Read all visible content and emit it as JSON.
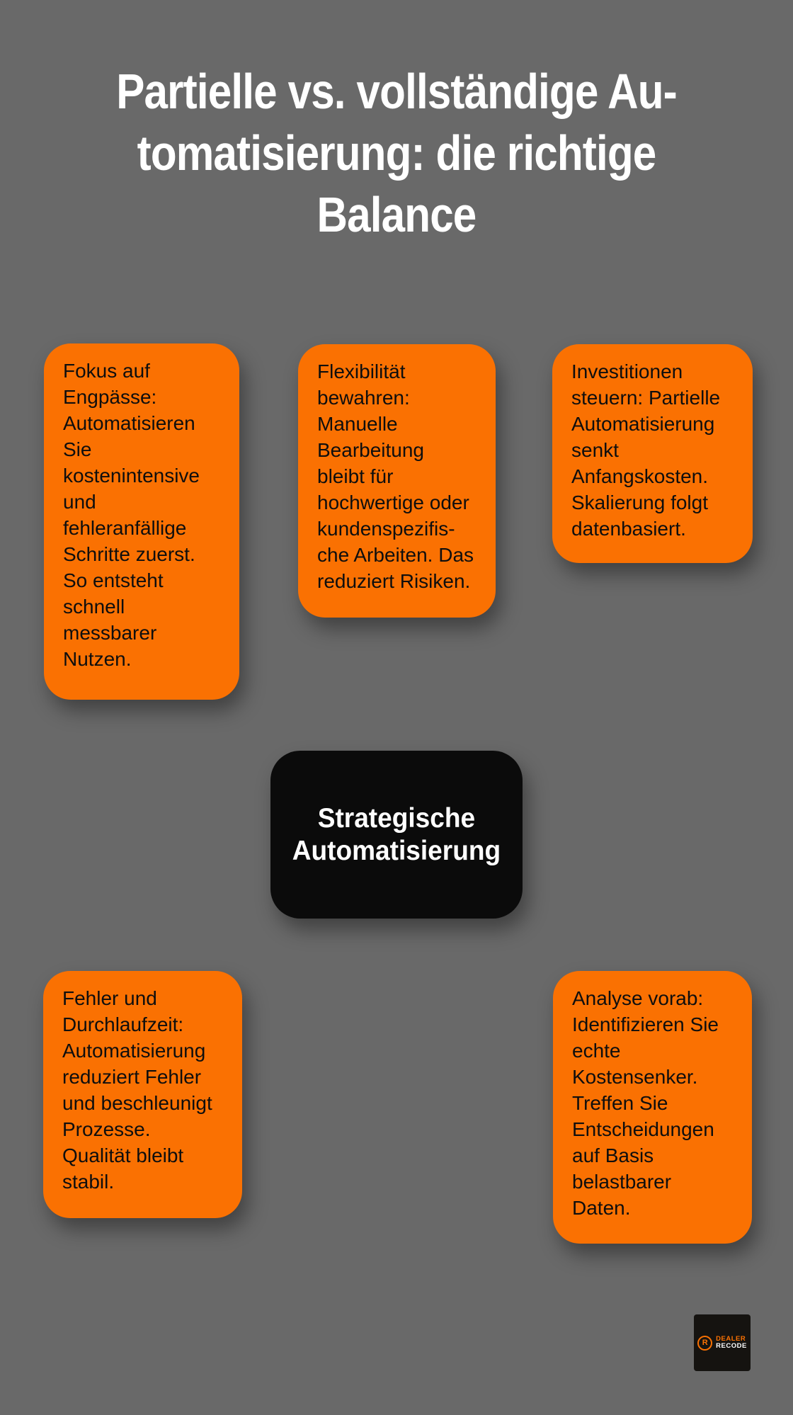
{
  "page": {
    "background_color": "#696969",
    "accent_orange": "#FA7102",
    "node_black": "#0B0B0B",
    "title_color": "#FFFFFF",
    "card_text_color": "#0E0E0E"
  },
  "title": {
    "lines": [
      "Partielle vs. vollständige Au-",
      "tomatisierung: die richtige",
      "Balance"
    ]
  },
  "center_card": {
    "lines": [
      "Strategische",
      "Automatisierung"
    ]
  },
  "cards": [
    {
      "id": "fokus-auf-engpaesse",
      "lines": [
        "Fokus auf",
        "Engpässe:",
        "Automatisieren",
        "Sie",
        "kostenintensive",
        "und",
        "fehleranfällige",
        "Schritte zuerst.",
        "So entsteht",
        "schnell",
        "messbarer",
        "Nutzen."
      ]
    },
    {
      "id": "flexibilitaet-bewahren",
      "lines": [
        "Flexibilität",
        "bewahren:",
        "Manuelle",
        "Bearbeitung",
        "bleibt für",
        "hochwertige oder",
        "kundenspezifis-",
        "che Arbeiten. Das",
        "reduziert Risiken."
      ]
    },
    {
      "id": "investitionen-steuern",
      "lines": [
        "Investitionen",
        "steuern: Partielle",
        "Automatisierung",
        "senkt",
        "Anfangskosten.",
        "Skalierung folgt",
        "datenbasiert."
      ]
    },
    {
      "id": "fehler-und-durchlaufzeit",
      "lines": [
        "Fehler und",
        "Durchlaufzeit:",
        "Automatisierung",
        "reduziert Fehler",
        "und beschleunigt",
        "Prozesse.",
        "Qualität bleibt",
        "stabil."
      ]
    },
    {
      "id": "analyse-vorab",
      "lines": [
        "Analyse vorab:",
        "Identifizieren Sie",
        "echte",
        "Kostensenker.",
        "Treffen Sie",
        "Entscheidungen",
        "auf Basis",
        "belastbarer",
        "Daten."
      ]
    }
  ],
  "logo": {
    "icon_letter": "R",
    "word_top": "DEALER",
    "word_bottom": "RECODE"
  }
}
